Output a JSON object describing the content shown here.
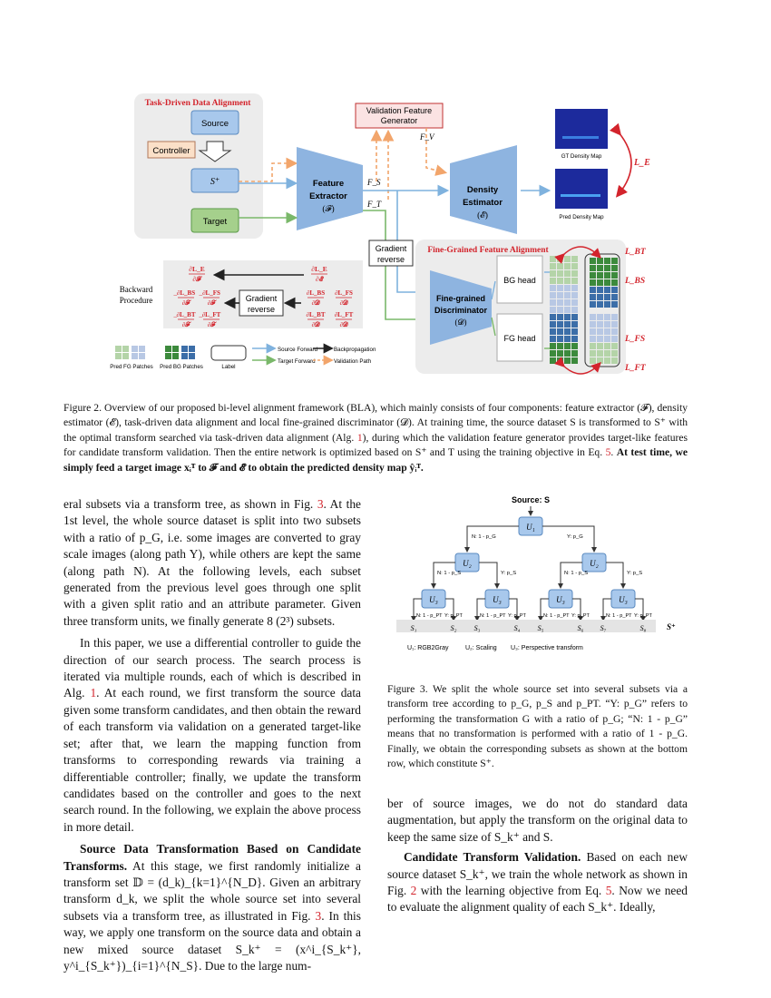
{
  "figure2": {
    "task_driven_title": "Task-Driven Data Alignment",
    "source": "Source",
    "controller": "Controller",
    "s_plus": "S⁺",
    "target": "Target",
    "validation_generator_1": "Validation Feature",
    "validation_generator_2": "Generator",
    "f_v": "F_V",
    "f_s": "F_S",
    "f_t": "F_T",
    "feature_extractor_1": "Feature",
    "feature_extractor_2": "Extractor",
    "feature_extractor_3": "(𝓕)",
    "density_estimator_1": "Density",
    "density_estimator_2": "Estimator",
    "density_estimator_3": "(𝓔)",
    "gt_density": "GT Density Map",
    "pred_density": "Pred Density Map",
    "l_e": "L_E",
    "gradient_reverse_1": "Gradient",
    "gradient_reverse_2": "reverse",
    "fine_grained_title": "Fine-Grained Feature Alignment",
    "bg_head": "BG head",
    "fg_head": "FG head",
    "fg_disc_1": "Fine-grained",
    "fg_disc_2": "Discriminator",
    "fg_disc_3": "(𝓓)",
    "l_bt": "L_BT",
    "l_bs": "L_BS",
    "l_fs": "L_FS",
    "l_ft": "L_FT",
    "backward_1": "Backward",
    "backward_2": "Procedure",
    "grad_num_le": "∂L_E",
    "grad_den_f": "∂𝓕",
    "grad_den_e": "∂𝓔",
    "grad_num_lbs": "∂L_BS",
    "grad_num_lfs": "∂L_FS",
    "grad_num_lbt": "∂L_BT",
    "grad_num_lft": "∂L_FT",
    "grad_den_d": "∂𝓓",
    "minus": "−",
    "legend_pred_fg": "Pred FG Patches",
    "legend_pred_bg": "Pred BG Patches",
    "legend_label": "Label",
    "legend_source_forward": "Source Forward",
    "legend_backprop": "Backpropagation",
    "legend_target_forward": "Target Forward",
    "legend_validation": "Validation Path"
  },
  "caption2": {
    "part1": "Figure 2. Overview of our proposed bi-level alignment framework (BLA), which mainly consists of four components: feature extractor (𝓕), density estimator (𝓔), task-driven data alignment and local fine-grained discriminator (𝓓). At training time, the source dataset S is transformed to S⁺ with the optimal transform searched via task-driven data alignment (Alg. ",
    "ref1": "1",
    "part2": "), during which the validation feature generator provides target-like features for candidate transform validation. Then the entire network is optimized based on S⁺ and T using the training objective in Eq. ",
    "ref2": "5",
    "part3": ". ",
    "bold": "At test time, we simply feed a target image xᵢᵀ to 𝓕 and 𝓔 to obtain the predicted density map ŷᵢᵀ."
  },
  "figure3": {
    "source_label": "Source: S",
    "u1": "U₁",
    "u2": "U₂",
    "u3": "U₃",
    "n_pg": "N: 1 - p_G",
    "y_pg": "Y: p_G",
    "n_ps": "N: 1 - p_S",
    "y_ps": "Y: p_S",
    "n_ppt": "N: 1 - p_PT",
    "y_ppt": "Y: p_PT",
    "subsets": [
      "S₁",
      "S₂",
      "S₃",
      "S₄",
      "S₅",
      "S₆",
      "S₇",
      "S₈"
    ],
    "s_plus": "S⁺",
    "legend_u1": "U₁: RGB2Gray",
    "legend_u2": "U₂: Scaling",
    "legend_u3": "U₃: Perspective transform"
  },
  "caption3": "Figure 3. We split the whole source set into several subsets via a transform tree according to p_G, p_S and p_PT. “Y: p_G” refers to performing the transformation G with a ratio of p_G; “N: 1 - p_G” means that no transformation is performed with a ratio of 1 - p_G. Finally, we obtain the corresponding subsets as shown at the bottom row, which constitute S⁺.",
  "left_column": {
    "p1a": "eral subsets via a transform tree, as shown in Fig. ",
    "p1ref": "3",
    "p1b": ". At the 1st level, the whole source dataset is split into two subsets with a ratio of p_G, i.e. some images are converted to gray scale images (along path Y), while others are kept the same (along path N). At the following levels, each subset generated from the previous level goes through one split with a given split ratio and an attribute parameter. Given three transform units, we finally generate 8 (2³) subsets.",
    "p2a": "In this paper, we use a differential controller to guide the direction of our search process. The search process is iterated via multiple rounds, each of which is described in Alg. ",
    "p2ref": "1",
    "p2b": ". At each round, we first transform the source data given some transform candidates, and then obtain the reward of each transform via validation on a generated target-like set; after that, we learn the mapping function from transforms to corresponding rewards via training a differentiable controller; finally, we update the transform candidates based on the controller and goes to the next search round. In the following, we explain the above process in more detail.",
    "p3_bold": "Source Data Transformation Based on Candidate Transforms.",
    "p3a": " At this stage, we first randomly initialize a transform set 𝔻 = (d_k)_{k=1}^{N_D}. Given an arbitrary transform d_k, we split the whole source set into several subsets via a transform tree, as illustrated in Fig. ",
    "p3ref": "3",
    "p3b": ". In this way, we apply one transform on the source data and obtain a new mixed source dataset S_k⁺ = (x^i_{S_k⁺}, y^i_{S_k⁺})_{i=1}^{N_S}. Due to the large num-"
  },
  "right_column": {
    "p1": "ber of source images, we do not do standard data augmentation, but apply the transform on the original data to keep the same size of S_k⁺ and S.",
    "p2_bold": "Candidate Transform Validation.",
    "p2a": " Based on each new source dataset S_k⁺, we train the whole network as shown in Fig. ",
    "p2ref": "2",
    "p2b": " with the learning objective from Eq. ",
    "p2ref2": "5",
    "p2c": ". Now we need to evaluate the alignment quality of each S_k⁺. Ideally,"
  }
}
